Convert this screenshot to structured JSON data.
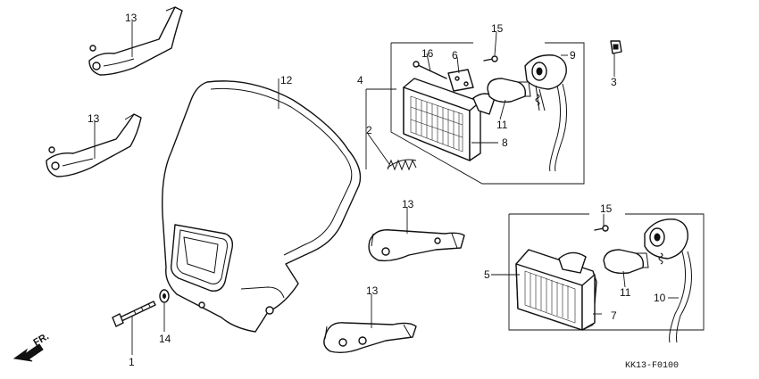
{
  "callouts": {
    "c1": "1",
    "c2": "2",
    "c3": "3",
    "c4": "4",
    "c5": "5",
    "c6": "6",
    "c7": "7",
    "c8": "8",
    "c9": "9",
    "c10": "10",
    "c11a": "11",
    "c11b": "11",
    "c12": "12",
    "c13a": "13",
    "c13b": "13",
    "c13c": "13",
    "c13d": "13",
    "c14": "14",
    "c15a": "15",
    "c15b": "15",
    "c16": "16"
  },
  "direction_label": "FR.",
  "diagram_code": "KK13-F0100",
  "colors": {
    "line": "#111111",
    "background": "#ffffff"
  }
}
